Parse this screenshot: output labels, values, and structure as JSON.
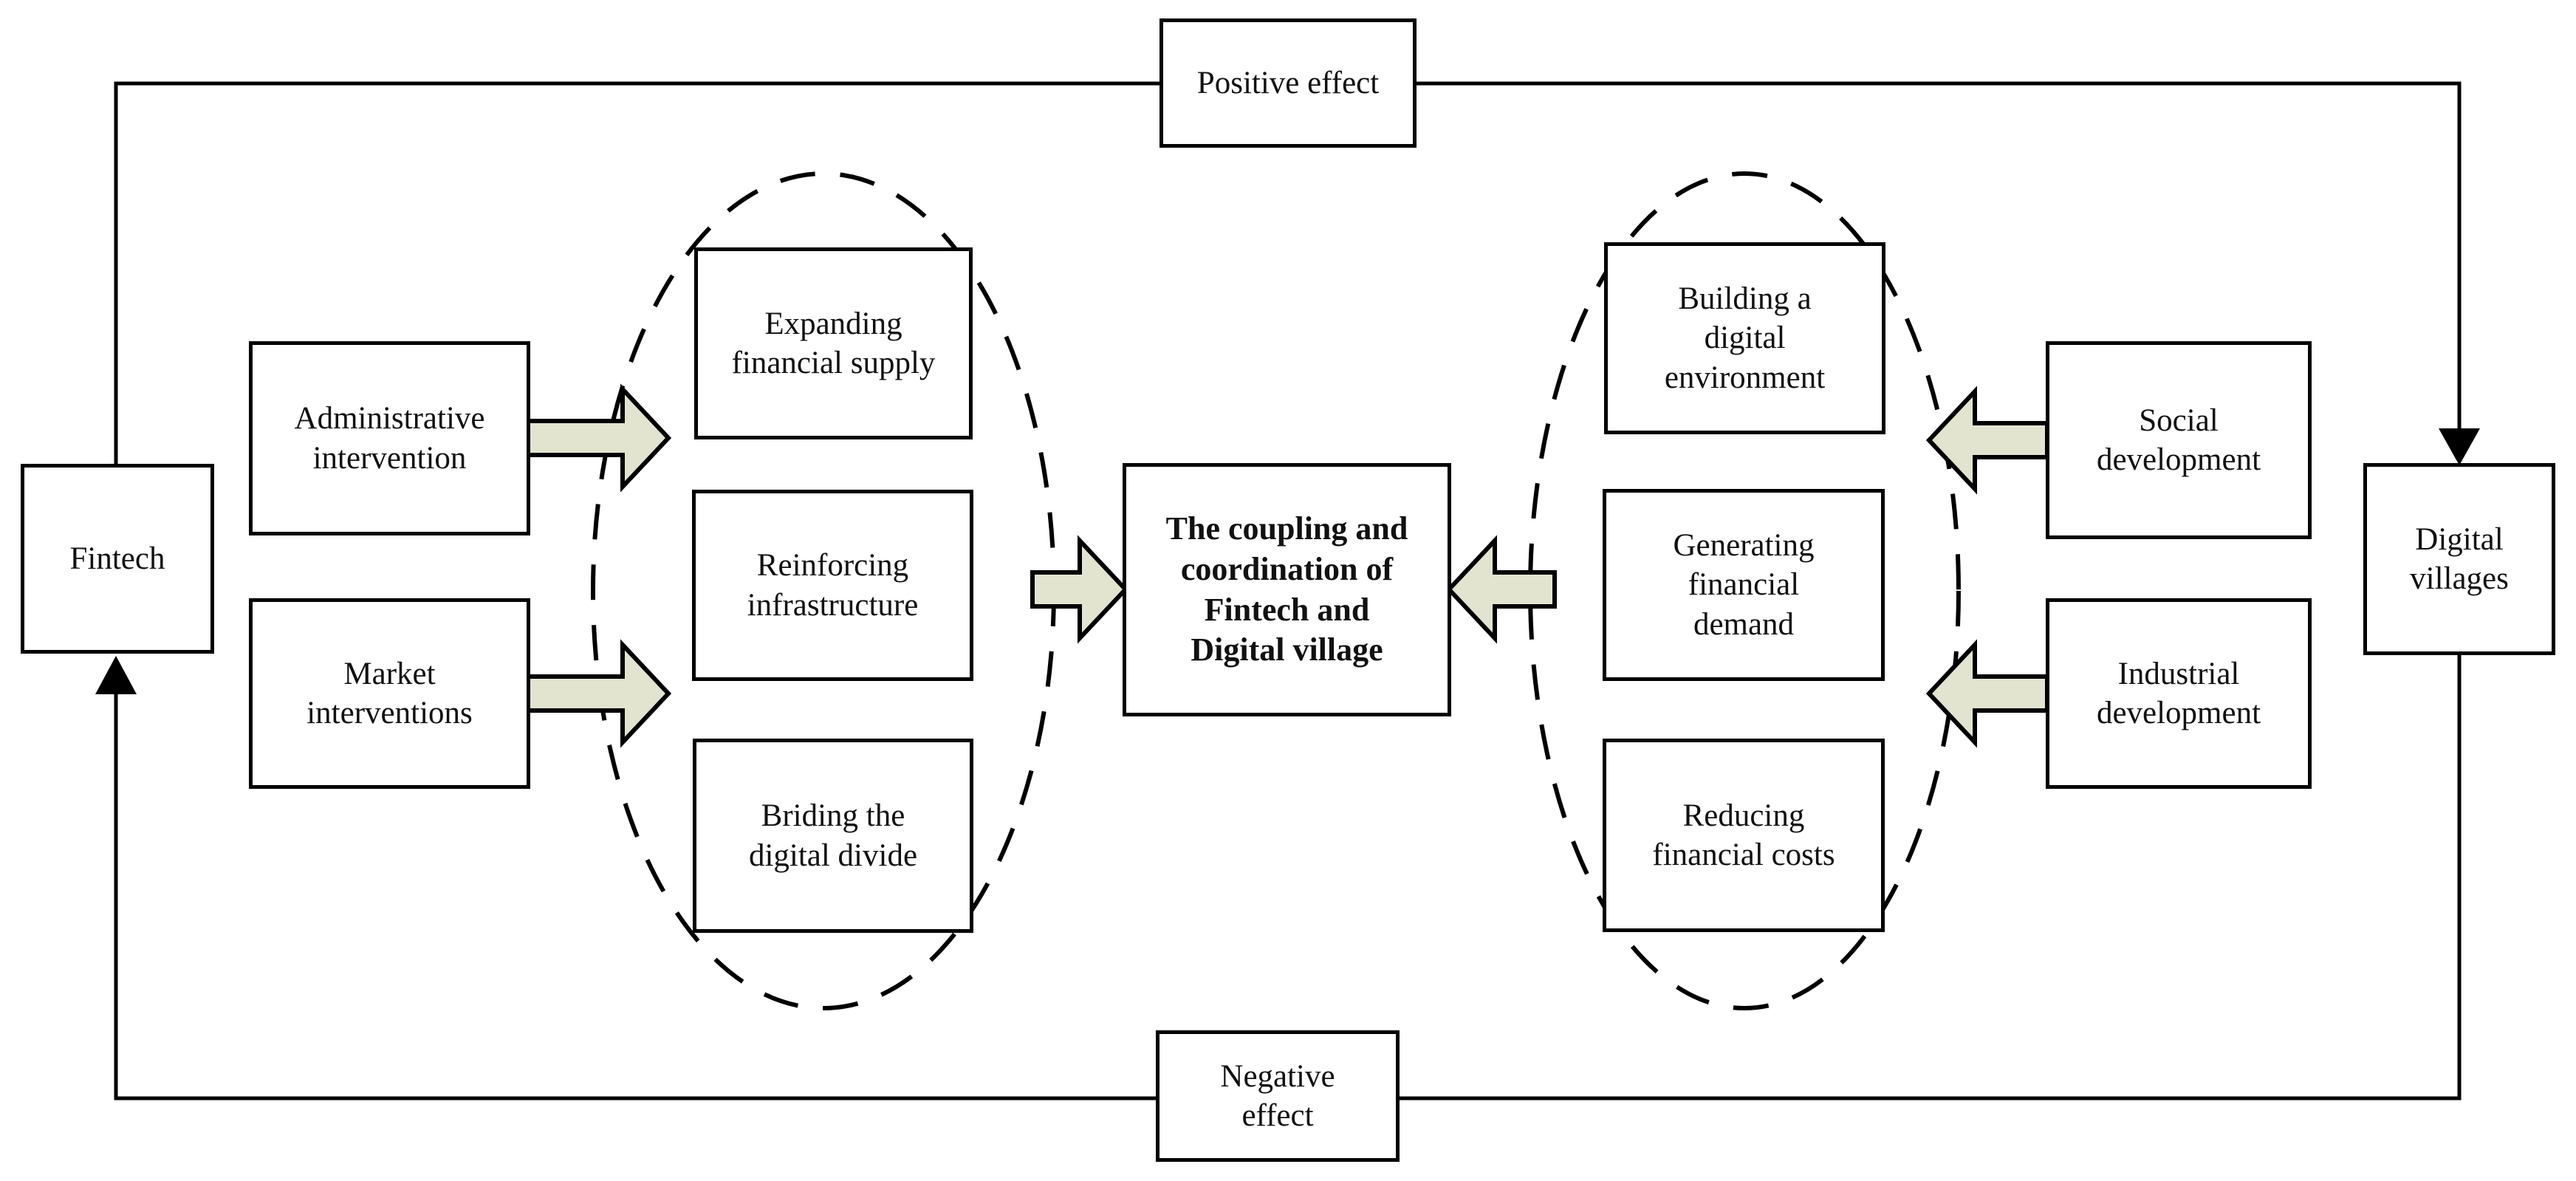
{
  "diagram": {
    "description": "Mechanism diagram of the coupling and coordination of Fintech and Digital village",
    "colors": {
      "background": "#ffffff",
      "line": "#000000",
      "block_arrow_fill": "#e2e4d0",
      "text": "#111111"
    },
    "nodes": {
      "positive_effect": {
        "label": "Positive effect"
      },
      "negative_effect": {
        "label": "Negative\neffect"
      },
      "fintech": {
        "label": "Fintech"
      },
      "digital_villages": {
        "label": "Digital\nvillages"
      },
      "administrative_intervention": {
        "label": "Administrative\nintervention"
      },
      "market_interventions": {
        "label": "Market\ninterventions"
      },
      "expanding_financial_supply": {
        "label": "Expanding\nfinancial supply"
      },
      "reinforcing_infrastructure": {
        "label": "Reinforcing\ninfrastructure"
      },
      "briding_the_digital_divide": {
        "label": "Briding the\ndigital divide"
      },
      "coupling_center": {
        "label": "The coupling and\ncoordination of\nFintech and\nDigital village"
      },
      "building_digital_environment": {
        "label": "Building a\ndigital\nenvironment"
      },
      "generating_financial_demand": {
        "label": "Generating\nfinancial\ndemand"
      },
      "reducing_financial_costs": {
        "label": "Reducing\nfinancial costs"
      },
      "social_development": {
        "label": "Social\ndevelopment"
      },
      "industrial_development": {
        "label": "Industrial\ndevelopment"
      }
    },
    "edges": [
      {
        "from": "fintech",
        "via": "positive_effect",
        "to": "digital_villages",
        "style": "thin-line-arrow"
      },
      {
        "from": "digital_villages",
        "via": "negative_effect",
        "to": "fintech",
        "style": "thin-line-arrow"
      },
      {
        "from": "administrative_intervention",
        "to": "left-mechanism-group",
        "style": "block-arrow"
      },
      {
        "from": "market_interventions",
        "to": "left-mechanism-group",
        "style": "block-arrow"
      },
      {
        "from": "left-mechanism-group",
        "to": "coupling_center",
        "style": "block-arrow"
      },
      {
        "from": "right-mechanism-group",
        "to": "coupling_center",
        "style": "block-arrow"
      },
      {
        "from": "social_development",
        "to": "right-mechanism-group",
        "style": "block-arrow"
      },
      {
        "from": "industrial_development",
        "to": "right-mechanism-group",
        "style": "block-arrow"
      }
    ]
  }
}
